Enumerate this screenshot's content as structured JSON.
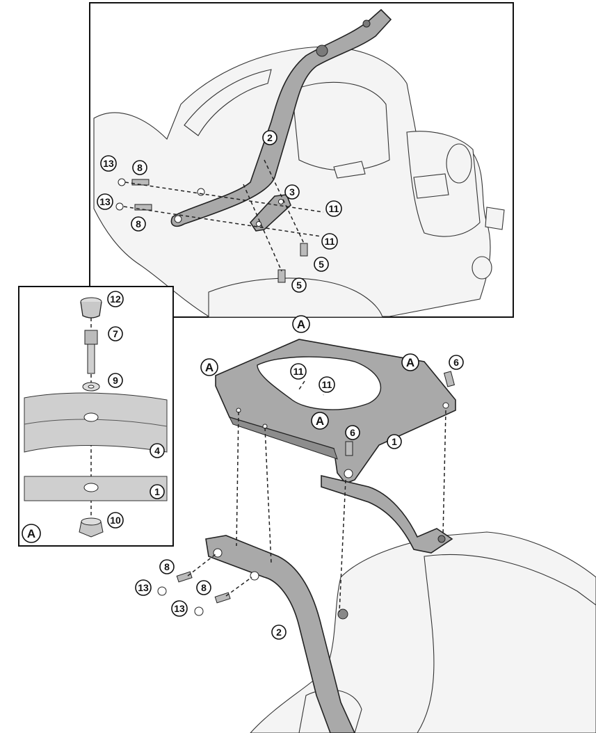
{
  "colors": {
    "line": "#222222",
    "metal_part": "#a9a9a9",
    "metal_part_dark": "#8a8a8a",
    "bodywork": "#f4f4f4",
    "panel_bg": "#ffffff"
  },
  "callouts": {
    "top": [
      {
        "id": "t-2",
        "text": "2"
      },
      {
        "id": "t-3",
        "text": "3"
      },
      {
        "id": "t-5a",
        "text": "5"
      },
      {
        "id": "t-5b",
        "text": "5"
      },
      {
        "id": "t-8a",
        "text": "8"
      },
      {
        "id": "t-8b",
        "text": "8"
      },
      {
        "id": "t-11a",
        "text": "11"
      },
      {
        "id": "t-11b",
        "text": "11"
      },
      {
        "id": "t-13a",
        "text": "13"
      },
      {
        "id": "t-13b",
        "text": "13"
      }
    ],
    "detail": [
      {
        "id": "d-12",
        "text": "12"
      },
      {
        "id": "d-7",
        "text": "7"
      },
      {
        "id": "d-9",
        "text": "9"
      },
      {
        "id": "d-4",
        "text": "4"
      },
      {
        "id": "d-1",
        "text": "1"
      },
      {
        "id": "d-10",
        "text": "10"
      },
      {
        "id": "d-A",
        "text": "A"
      }
    ],
    "bottom": [
      {
        "id": "b-A1",
        "text": "A"
      },
      {
        "id": "b-A2",
        "text": "A"
      },
      {
        "id": "b-A3",
        "text": "A"
      },
      {
        "id": "b-A4",
        "text": "A"
      },
      {
        "id": "b-11a",
        "text": "11"
      },
      {
        "id": "b-11b",
        "text": "11"
      },
      {
        "id": "b-6a",
        "text": "6"
      },
      {
        "id": "b-6b",
        "text": "6"
      },
      {
        "id": "b-1",
        "text": "1"
      },
      {
        "id": "b-2",
        "text": "2"
      },
      {
        "id": "b-8a",
        "text": "8"
      },
      {
        "id": "b-8b",
        "text": "8"
      },
      {
        "id": "b-13a",
        "text": "13"
      },
      {
        "id": "b-13b",
        "text": "13"
      }
    ]
  }
}
